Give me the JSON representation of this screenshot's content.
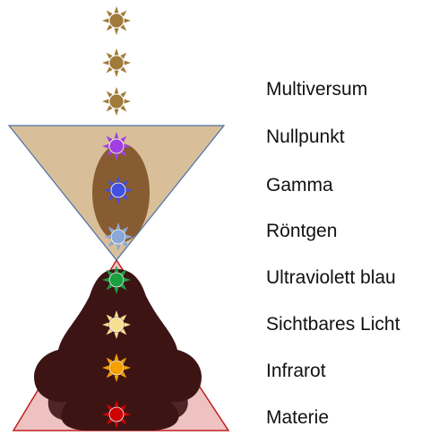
{
  "diagram": {
    "labels": [
      "Multiversum",
      "Nullpunkt",
      "Gamma",
      "Röntgen",
      "Ultraviolett blau",
      "Sichtbares Licht",
      "Infrarot",
      "Materie"
    ],
    "chakras": [
      {
        "name": "crown-sun-1",
        "color": "#a07a38"
      },
      {
        "name": "crown-sun-2",
        "color": "#a07a38"
      },
      {
        "name": "crown-sun-3",
        "color": "#a07a38"
      },
      {
        "name": "violet-sun",
        "color": "#a040e0"
      },
      {
        "name": "indigo-sun",
        "color": "#4050e0"
      },
      {
        "name": "light-blue-sun",
        "color": "#8aa8d8"
      },
      {
        "name": "green-sun",
        "color": "#1aa040"
      },
      {
        "name": "yellow-sun",
        "color": "#f6df90"
      },
      {
        "name": "orange-sun",
        "color": "#f5a000"
      },
      {
        "name": "red-sun",
        "color": "#d00000"
      }
    ],
    "colors": {
      "upper_triangle_fill": "#c8a46e",
      "upper_triangle_stroke": "#4a6fa5",
      "lower_triangle_fill": "#e49a9a",
      "lower_triangle_stroke": "#c02020",
      "figure_fill": "#3d1414",
      "head_fill": "#7a4a1e"
    }
  }
}
